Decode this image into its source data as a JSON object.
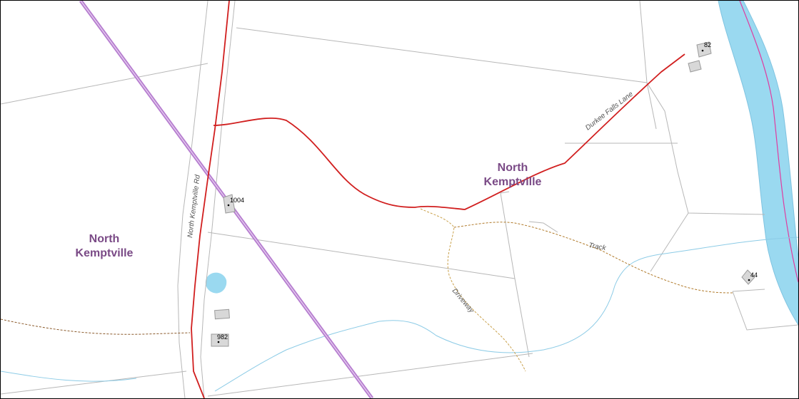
{
  "map": {
    "places": [
      {
        "line1": "North",
        "line2": "Kemptville"
      },
      {
        "line1": "North",
        "line2": "Kemptville"
      }
    ],
    "roads": {
      "north_kemptville_rd": "North Kemptville Rd",
      "durkee_falls_lane": "Durkee Falls Lane",
      "track": "Track",
      "driveway": "Driveway"
    },
    "addresses": {
      "a1004": "1004",
      "a982": "982",
      "a82": "82",
      "a44": "44"
    },
    "colors": {
      "road": "#d11f1f",
      "powerline": "#b77ed0",
      "river": "#9ad9f0",
      "river_center": "#e03ca0",
      "stream": "#8ccbe6",
      "parcel": "#b7b7b7",
      "trail": "#b07a2a",
      "building": "#d8d8d8",
      "place_label": "#7a4a86"
    }
  }
}
